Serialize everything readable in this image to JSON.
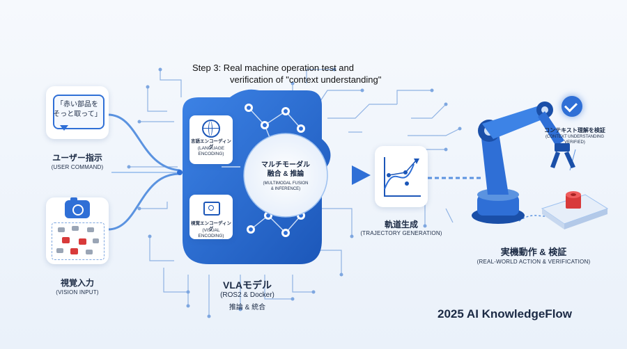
{
  "step_title_line1": "Step 3: Real machine operation test and",
  "step_title_line2": "verification of \"context understanding\"",
  "user_command": {
    "bubble_line1": "「赤い部品を",
    "bubble_line2": "そっと取って」",
    "label_jp": "ユーザー指示",
    "label_en": "(USER COMMAND)"
  },
  "vision_input": {
    "label_jp": "視覚入力",
    "label_en": "(VISION INPUT)"
  },
  "language_encoding": {
    "label_jp": "言語エンコーディング",
    "label_en_line1": "(LANGUAGE",
    "label_en_line2": "ENCODING)"
  },
  "visual_encoding": {
    "label_jp": "視覚エンコーディング",
    "label_en": "(VISUAL ENCODING)"
  },
  "fusion": {
    "line1": "マルチモーダル",
    "line2": "融合 & 推論",
    "line3": "(MULTIMODAL FUSION",
    "line4": "& INFERENCE)"
  },
  "vla_model": {
    "title": "VLAモデル",
    "subtitle": "(ROS2 & Docker)",
    "caption": "推論 & 統合"
  },
  "trajectory": {
    "label_jp": "軌道生成",
    "label_en": "(TRAJECTORY GENERATION)"
  },
  "verification": {
    "check_jp": "コンテキスト理解を検証",
    "check_en_line1": "(CONTEXT UNDERSTANDING",
    "check_en_line2": "VERIFIED)",
    "label_jp": "実機動作 & 検証",
    "label_en": "(REAL-WORLD ACTION & VERIFICATION)"
  },
  "brand": "2025 AI KnowledgeFlow",
  "colors": {
    "primary_blue": "#2f6fd6",
    "dark_blue": "#1a4fa8",
    "light_blue": "#cfe0f7",
    "part_red": "#d83a3a"
  }
}
